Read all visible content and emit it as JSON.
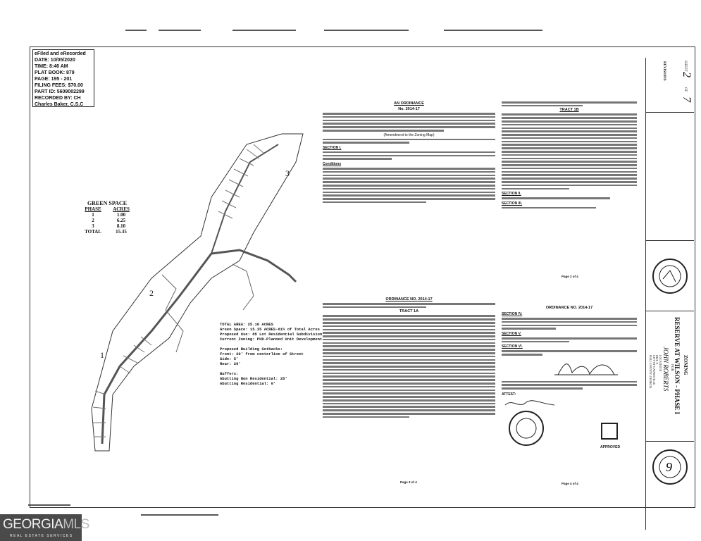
{
  "efiled": {
    "lines": [
      "eFiled and eRecorded",
      "DATE: 10/05/2020",
      "TIME: 8:46 AM",
      "PLAT BOOK: 879",
      "PAGE: 195 - 201",
      "FILING FEES: $70.00",
      "PART ID: 5609002299",
      "RECORDED BY: CH",
      "Charles Baker, C.S.C"
    ]
  },
  "green_space": {
    "title": "GREEN SPACE",
    "headers": [
      "PHASE",
      "ACRES"
    ],
    "rows": [
      [
        "1",
        "1.00"
      ],
      [
        "2",
        "6.25"
      ],
      [
        "3",
        "8.10"
      ],
      [
        "TOTAL",
        "15.35"
      ]
    ]
  },
  "plat": {
    "phase_labels": [
      "1",
      "2",
      "3"
    ]
  },
  "site_data": {
    "text": "TOTAL AREA: 25.10 ACRES\nGreen Space: 15.35 ACRES-61% of Total Acres\nProposed Use: 85 Lot Residential Subdivision\nCurrent Zoning: PUD-Planned Unit Development\n\nProposed Building Setbacks:\nFront: 20' from centerline of Street\nSide: 5'\nRear: 20'\n\nBuffers:\nAbutting Non Residential: 25'\nAbutting Residential: 0'"
  },
  "ordinance": {
    "page1": {
      "title": "AN ORDINANCE",
      "number": "No. 2014-17",
      "amend": "(Amendment to the Zoning Map)",
      "sections": [
        "SECTION I.",
        "Conditions"
      ]
    },
    "page2": {
      "tract": "TRACT 1B",
      "sections": [
        "SECTION II.",
        "SECTION III."
      ],
      "page": "Page 2 of 4"
    },
    "page3": {
      "title": "ORDINANCE NO. 2014-17",
      "tract": "TRACT 1A",
      "page": "Page 3 of 4"
    },
    "page4": {
      "title": "ORDINANCE NO. 2014-17",
      "sections": [
        "SECTION IV.",
        "SECTION V.",
        "SECTION VI."
      ],
      "attest": "ATTEST:",
      "approved": "APPROVED",
      "page": "Page 4 of 4"
    }
  },
  "title_block": {
    "sheet_label": "SHEET",
    "sheet": "2",
    "of_label": "OF",
    "total": "7",
    "revisions": "REVISIONS",
    "zoning": "ZONING",
    "project": "RESERVE AT WILSON - PHASE I",
    "for": "FOR",
    "owner": "JOHN ROBERTS",
    "location": "LOCATED IN\nDIST. 8\nCITY OF GAINESVILLE\nHALL COUNTY, GEORGIA"
  },
  "watermark": {
    "brand": "GEORGIAMLS",
    "tagline": "REAL ESTATE SERVICES"
  }
}
